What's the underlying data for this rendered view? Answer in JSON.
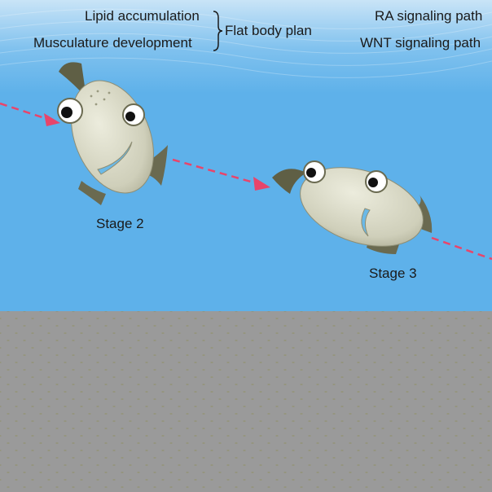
{
  "labels": {
    "lipid": "Lipid accumulation",
    "muscle": "Musculature development",
    "flat": "Flat body plan",
    "ra": "RA signaling path",
    "wnt": "WNT signaling path",
    "stage2": "Stage 2",
    "stage3": "Stage 3"
  },
  "colors": {
    "water": "#5eb1ea",
    "arrow": "#e8456b",
    "seabed_bg": "#8f8f5a",
    "pebble": "#9a9a9a",
    "fish_body": "#d6d6c2",
    "fin": "#6a6a50"
  },
  "icons": [
    "fish-stage2-icon",
    "fish-stage3-icon",
    "dashed-arrow-icon",
    "brace-icon"
  ]
}
